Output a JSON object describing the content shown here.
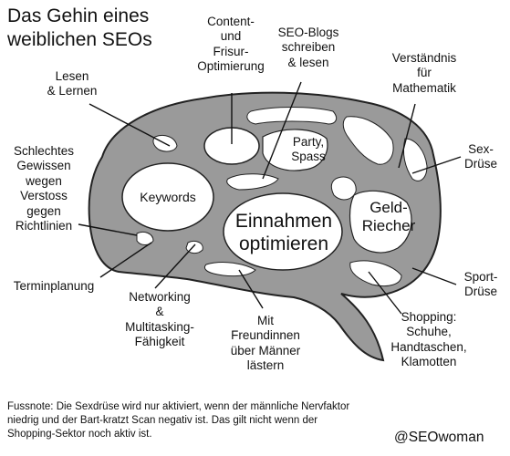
{
  "title": "Das Gehin eines\nweiblichen SEOs",
  "regions": {
    "content": "Content-\nund\nFrisur-\nOptimierung",
    "seo_blogs": "SEO-Blogs\nschreiben\n& lesen",
    "verstaendnis": "Verständnis\nfür\nMathematik",
    "lesen": "Lesen\n& Lernen",
    "schlechtes": "Schlechtes\nGewissen\nwegen\nVerstoss\ngegen\nRichtlinien",
    "party": "Party,\nSpass",
    "sex": "Sex-\nDrüse",
    "keywords": "Keywords",
    "einnahmen": "Einnahmen\noptimieren",
    "geld": "Geld-\nRiecher",
    "terminplanung": "Terminplanung",
    "sport": "Sport-\nDrüse",
    "networking": "Networking\n&\nMultitasking-\nFähigkeit",
    "freundinnen": "Mit\nFreundinnen\nüber Männer\nlästern",
    "shopping": "Shopping:\nSchuhe,\nHandtaschen,\nKlamotten"
  },
  "footnote": "Fussnote: Die Sexdrüse wird nur aktiviert, wenn der männliche Nervfaktor niedrig und der Bart-kratzt Scan negativ ist. Das gilt nicht wenn der Shopping-Sektor noch aktiv ist.",
  "credit": "@SEOwoman",
  "colors": {
    "brain": "#9a9a9a",
    "outline": "#222222",
    "background": "#ffffff"
  }
}
